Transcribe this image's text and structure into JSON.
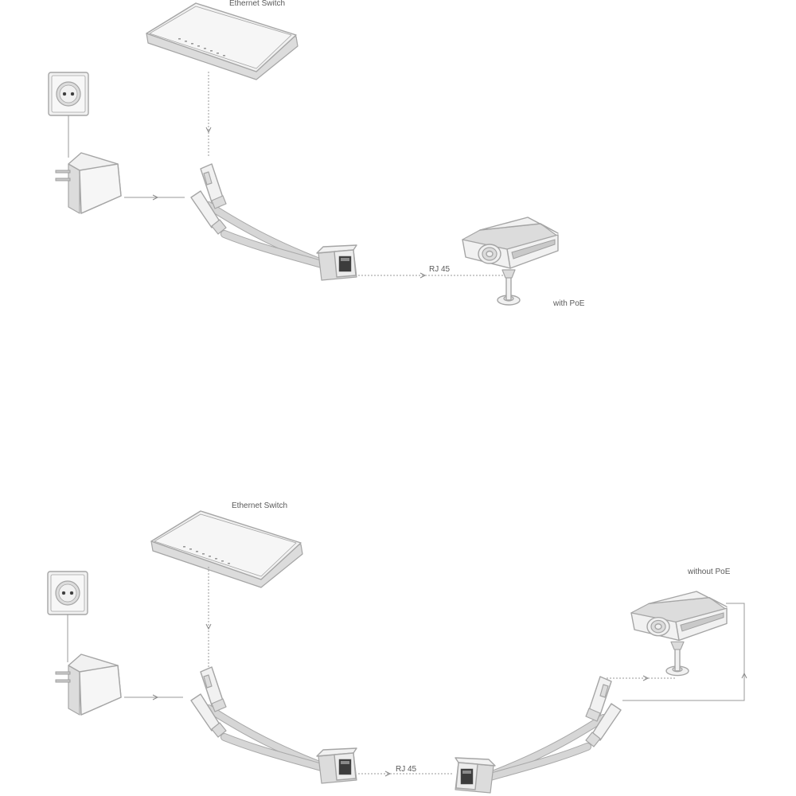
{
  "top_diagram": {
    "switch_label": "Ethernet Switch",
    "cable_label": "RJ 45",
    "camera_label": "with PoE"
  },
  "bottom_diagram": {
    "switch_label": "Ethernet Switch",
    "cable_label": "RJ 45",
    "camera_label": "without PoE"
  },
  "colors": {
    "line": "#9a9a9a",
    "device_fill": "#f1f1f1",
    "device_stroke": "#a5a5a5",
    "text": "#5a5a5a"
  }
}
